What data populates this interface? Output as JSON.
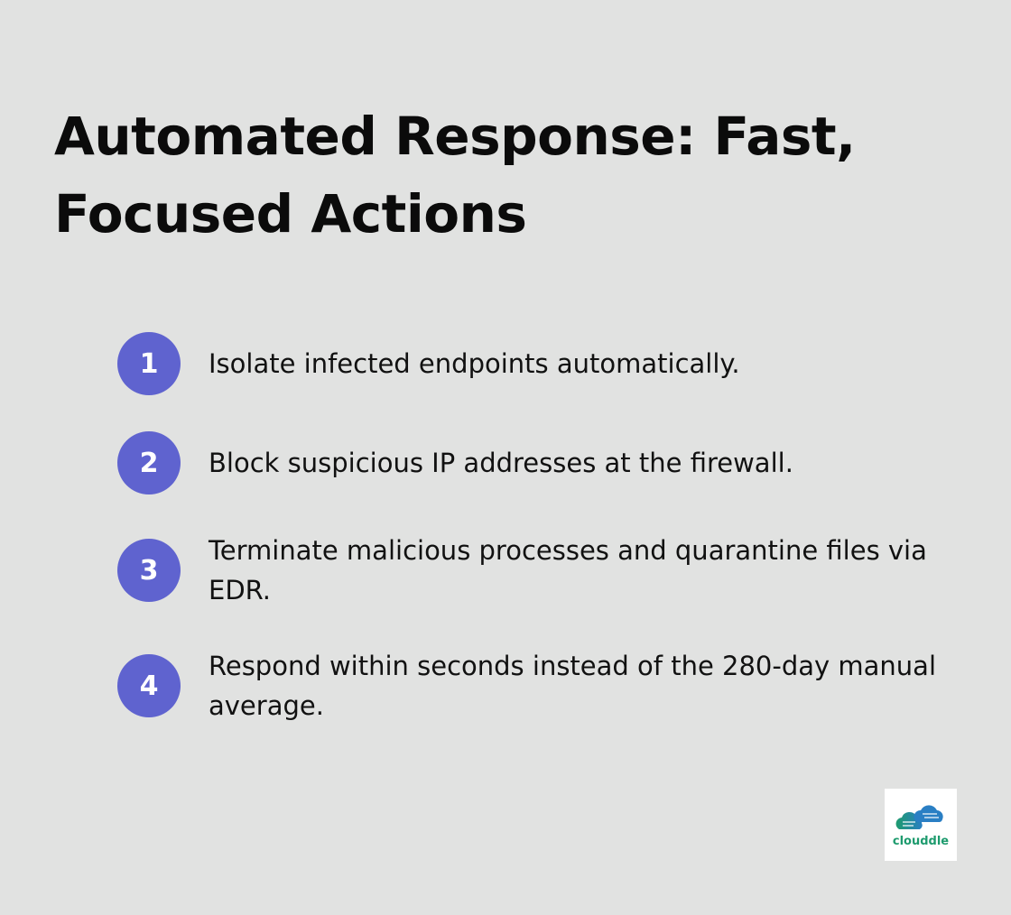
{
  "title": "Automated Response: Fast, Focused Actions",
  "steps": [
    {
      "number": "1",
      "text": "Isolate infected endpoints automatically."
    },
    {
      "number": "2",
      "text": "Block suspicious IP addresses at the firewall."
    },
    {
      "number": "3",
      "text": "Terminate malicious processes and quarantine files via EDR."
    },
    {
      "number": "4",
      "text": "Respond within seconds instead of the 280-day manual average."
    }
  ],
  "logo": {
    "text": "clouddle",
    "icon": "cloud-icon"
  },
  "colors": {
    "background": "#e1e2e1",
    "badge": "#5f63cf",
    "logo_green": "#1e9b6e",
    "logo_blue": "#2a7fc4"
  }
}
